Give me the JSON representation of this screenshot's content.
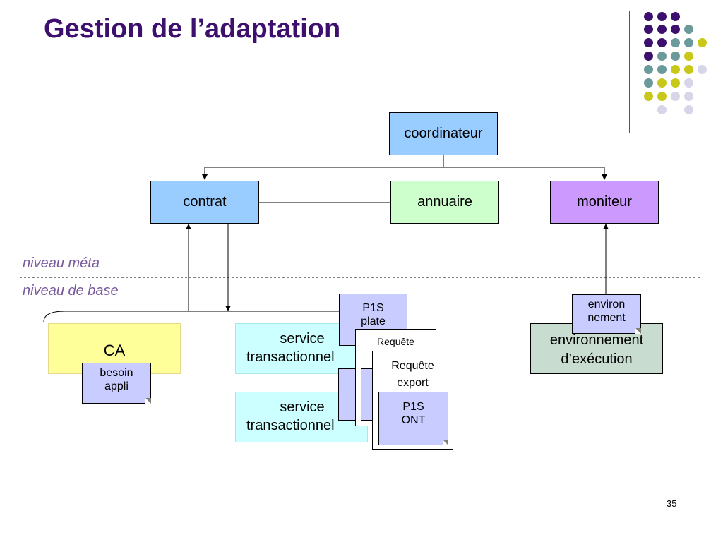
{
  "slide": {
    "title": "Gestion de l’adaptation",
    "page_number": "35",
    "colors": {
      "title": "#3d0f6e",
      "dot_purple": "#3d0f6e",
      "dot_teal": "#6a9a9a",
      "dot_yellow": "#c8c81a",
      "dot_lavender": "#d6d6e8"
    }
  },
  "diagram": {
    "coordinateur": "coordinateur",
    "contrat": "contrat",
    "annuaire": "annuaire",
    "moniteur": "moniteur",
    "niveau_meta": "niveau méta",
    "niveau_base": "niveau de base",
    "ca": "CA",
    "besoin_line1": "besoin",
    "besoin_line2": "appli",
    "service1_line1": "service",
    "service1_line2": "transactionnel",
    "service2_line1": "service",
    "service2_line2": "transactionnel",
    "p1s_plate_line1": "P1S",
    "p1s_plate_line2": "plate",
    "requete_small": "Requête",
    "requete_export_line1": "Requête",
    "requete_export_line2": "export",
    "p1s_ont_line1": "P1S",
    "p1s_ont_line2": "ONT",
    "environ_line1": "environ",
    "environ_line2": "nement",
    "env_exec_line1": "environnement",
    "env_exec_line2": "d’exécution",
    "colors": {
      "blue_box": "#99ccff",
      "green_box": "#ccffcc",
      "purple_box": "#cc99ff",
      "ca_box": "#ffff99",
      "service_box": "#ccffff",
      "env_box": "#c8dcd0",
      "note": "#c8ccff"
    }
  }
}
